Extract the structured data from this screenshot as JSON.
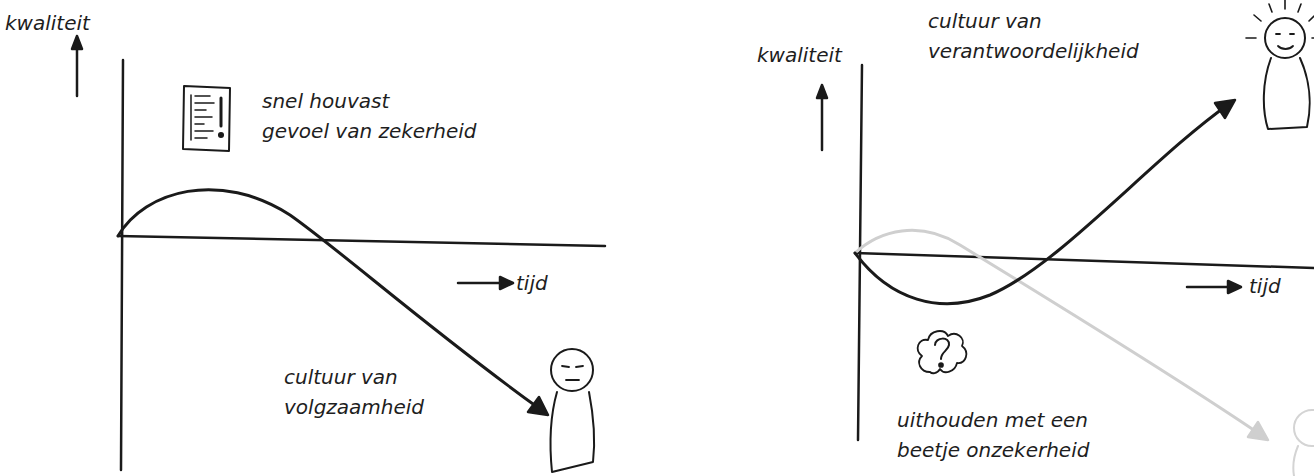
{
  "diagram": {
    "labels": [
      "kwaliteit",
      "snel houvast gevoel van zekerheid",
      "tijd",
      "cultuur van volgzaamheid",
      "kwaliteit",
      "cultuur van verantwoordelijkheid",
      "tijd",
      "uithouden met een beetje onzekerheid"
    ]
  }
}
